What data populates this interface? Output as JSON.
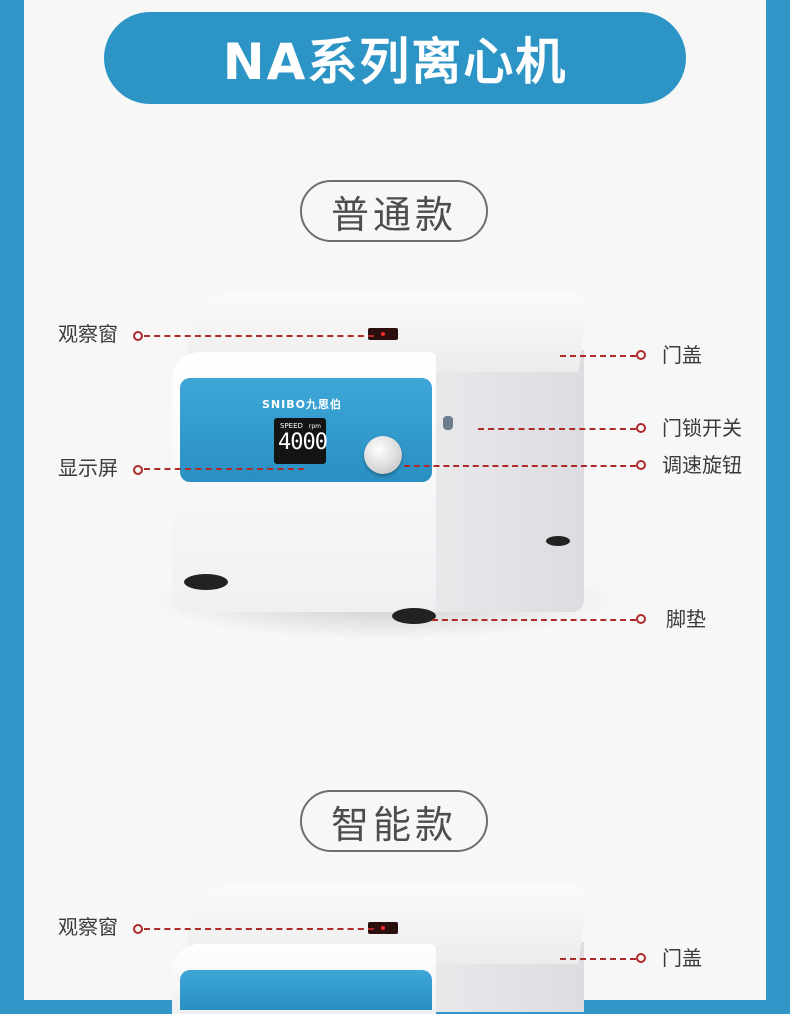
{
  "header": {
    "title": "NA系列离心机"
  },
  "sections": [
    {
      "variant": "普通款",
      "device": {
        "brand": "SNIBO九思伯",
        "lcd": {
          "speed_label": "SPEED",
          "unit": "rpm",
          "value": "4000"
        }
      },
      "callouts": {
        "window": "观察窗",
        "lid": "门盖",
        "lock": "门锁开关",
        "display": "显示屏",
        "knob": "调速旋钮",
        "feet": "脚垫"
      }
    },
    {
      "variant": "智能款",
      "callouts": {
        "window": "观察窗",
        "lid": "门盖"
      }
    }
  ],
  "colors": {
    "brand_blue": "#2c95c6",
    "leader_red": "#b02a2a",
    "background": "#3296c8"
  }
}
